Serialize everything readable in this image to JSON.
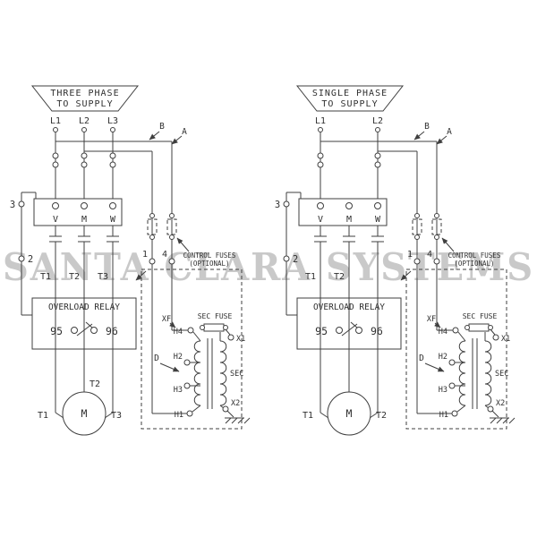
{
  "watermark": "SANTA CLARA SYSTEMS",
  "colors": {
    "line": "#3f3f3f",
    "text": "#2f2f2f",
    "watermark": "#c9c9c9",
    "background": "#ffffff"
  },
  "left": {
    "title1": "THREE PHASE",
    "title2": "TO SUPPLY",
    "supply": {
      "l1": "L1",
      "l2": "L2",
      "l3": "L3"
    },
    "tap_b": "B",
    "tap_a": "A",
    "aux_top": "3",
    "aux_bottom": "2",
    "contactor": {
      "v": "V",
      "m": "M",
      "w": "W"
    },
    "t_labels": {
      "t1": "T1",
      "t2": "T2",
      "t3": "T3"
    },
    "overload_title": "OVERLOAD RELAY",
    "nc95": "95",
    "nc96": "96",
    "ctrl1": "1",
    "ctrl4": "4",
    "control_fuses_1": "CONTROL FUSES",
    "control_fuses_2": "(OPTIONAL)",
    "sec_fuse": "SEC FUSE",
    "xf": "XF",
    "h4": "H4",
    "x1": "X1",
    "d": "D",
    "h2": "H2",
    "h3": "H3",
    "sec": "SEC",
    "h1": "H1",
    "x2": "X2",
    "motor_letter": "M",
    "motor_t_top": "T2",
    "motor_t_left": "T1",
    "motor_t_right": "T3"
  },
  "right": {
    "title1": "SINGLE PHASE",
    "title2": "TO SUPPLY",
    "supply": {
      "l1": "L1",
      "l2": "L2"
    },
    "tap_b": "B",
    "tap_a": "A",
    "aux_top": "3",
    "aux_bottom": "2",
    "contactor": {
      "v": "V",
      "m": "M",
      "w": "W"
    },
    "t_labels": {
      "t1": "T1",
      "t2": "T2"
    },
    "overload_title": "OVERLOAD RELAY",
    "nc95": "95",
    "nc96": "96",
    "ctrl1": "1",
    "ctrl4": "4",
    "control_fuses_1": "CONTROL FUSES",
    "control_fuses_2": "(OPTIONAL)",
    "sec_fuse": "SEC FUSE",
    "xf": "XF",
    "h4": "H4",
    "x1": "X1",
    "d": "D",
    "h2": "H2",
    "h3": "H3",
    "sec": "SEC",
    "h1": "H1",
    "x2": "X2",
    "motor_letter": "M",
    "motor_t_left": "T1",
    "motor_t_right": "T2"
  }
}
